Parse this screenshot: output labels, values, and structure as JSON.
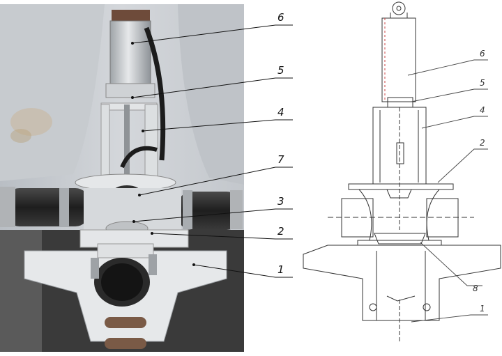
{
  "photo_callouts": [
    {
      "id": "6",
      "label": "6"
    },
    {
      "id": "5",
      "label": "5"
    },
    {
      "id": "4",
      "label": "4"
    },
    {
      "id": "7",
      "label": "7"
    },
    {
      "id": "3",
      "label": "3"
    },
    {
      "id": "2",
      "label": "2"
    },
    {
      "id": "1",
      "label": "1"
    }
  ],
  "drawing_callouts": [
    {
      "id": "6",
      "label": "6"
    },
    {
      "id": "5",
      "label": "5"
    },
    {
      "id": "4",
      "label": "4"
    },
    {
      "id": "2",
      "label": "2"
    },
    {
      "id": "8",
      "label": "8"
    },
    {
      "id": "1",
      "label": "1"
    }
  ],
  "colors": {
    "background": "#ffffff",
    "photo_bg": "#c9cdd2",
    "metal": "#d8dadc",
    "rubber": "#2a2a2a",
    "line": "#222222"
  }
}
